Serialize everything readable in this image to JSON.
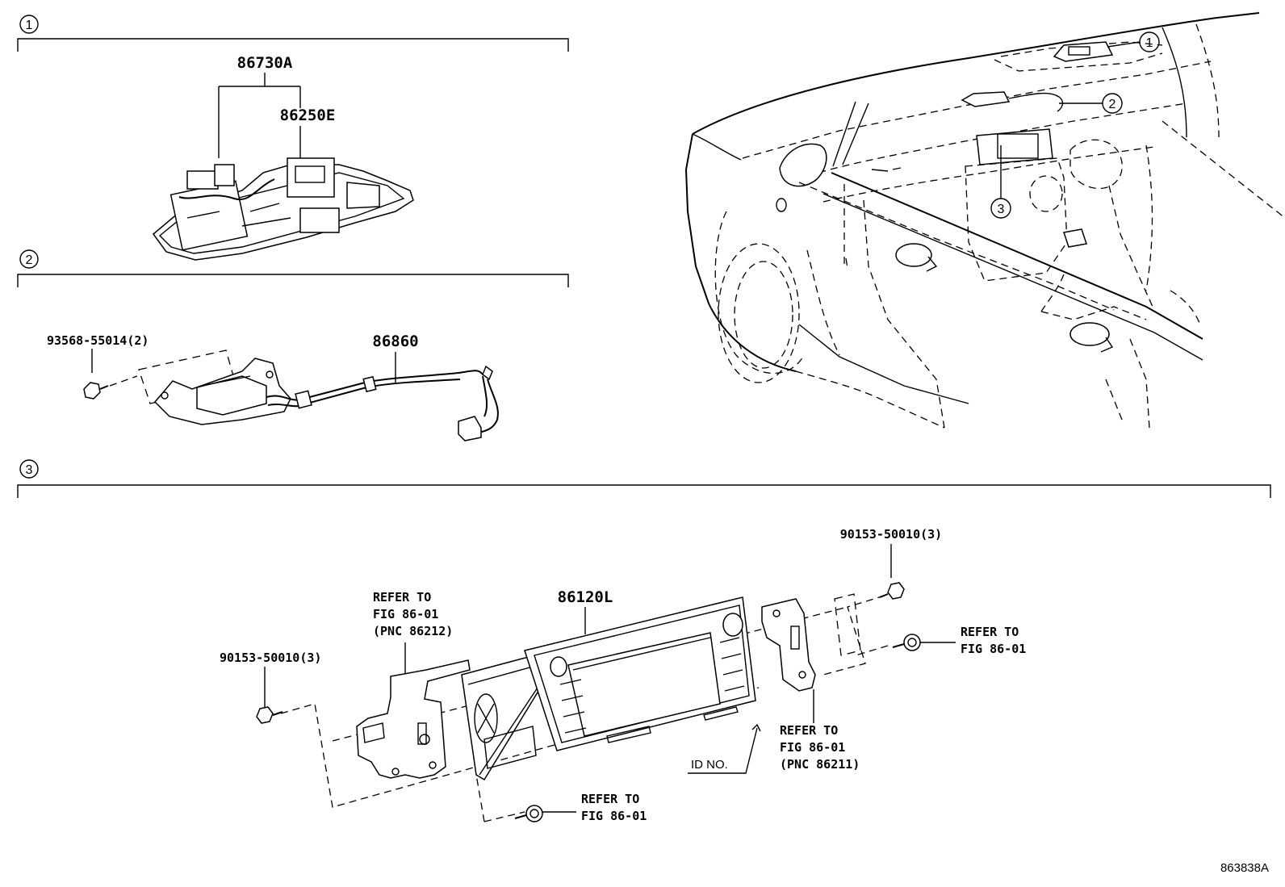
{
  "sections": [
    {
      "number": "1"
    },
    {
      "number": "2"
    },
    {
      "number": "3"
    }
  ],
  "callouts": {
    "a": "1",
    "b": "2",
    "c": "3"
  },
  "labels": {
    "p86730A": "86730A",
    "p86250E": "86250E",
    "p93568": "93568-55014(2)",
    "p86860": "86860",
    "p86120L": "86120L",
    "p90153_top": "90153-50010(3)",
    "p90153_left": "90153-50010(3)",
    "refer_left": [
      "REFER TO",
      "FIG 86-01",
      "(PNC 86212)"
    ],
    "refer_right_top": [
      "REFER TO",
      "FIG 86-01"
    ],
    "refer_right_bottom": [
      "REFER TO",
      "FIG 86-01",
      "(PNC 86211)"
    ],
    "refer_bottom": [
      "REFER TO",
      "FIG 86-01"
    ],
    "id_no": "ID NO."
  },
  "figure_id": "863838A"
}
